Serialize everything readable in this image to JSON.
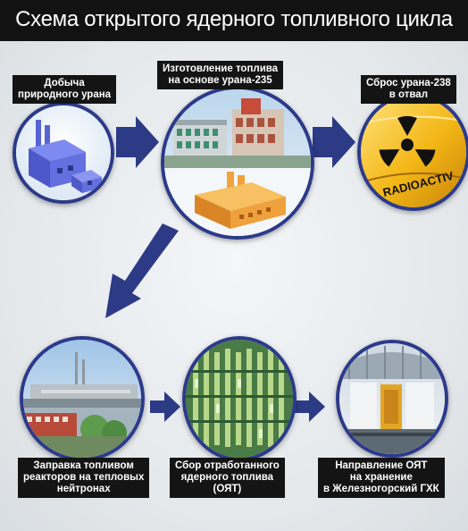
{
  "header": {
    "title": "Схема открытого ядерного топливного цикла"
  },
  "colors": {
    "node_border": "#2c3a8a",
    "arrow": "#2d3b86",
    "label_bg": "#141414",
    "header_bg": "#121212"
  },
  "nodes": [
    {
      "id": "mining",
      "label": "Добыча\nприродного урана",
      "icon": "mine-building-icon"
    },
    {
      "id": "fabrication",
      "label": "Изготовление топлива\nна основе урана-235",
      "icon": "fuel-plant-icon"
    },
    {
      "id": "dump",
      "label": "Сброс урана-238\nв отвал",
      "icon": "radiation-barrel-icon",
      "barrel_text": "RADIOACTIV"
    },
    {
      "id": "refueling",
      "label": "Заправка топливом\nреакторов на тепловых\nнейтронах",
      "icon": "reactor-plant-icon"
    },
    {
      "id": "collection",
      "label": "Сбор отработанного\nядерного топлива\n(ОЯТ)",
      "icon": "spent-fuel-rack-icon"
    },
    {
      "id": "storage",
      "label": "Направление ОЯТ\nна хранение\nв Железногорский ГХК",
      "icon": "storage-hall-icon"
    }
  ]
}
